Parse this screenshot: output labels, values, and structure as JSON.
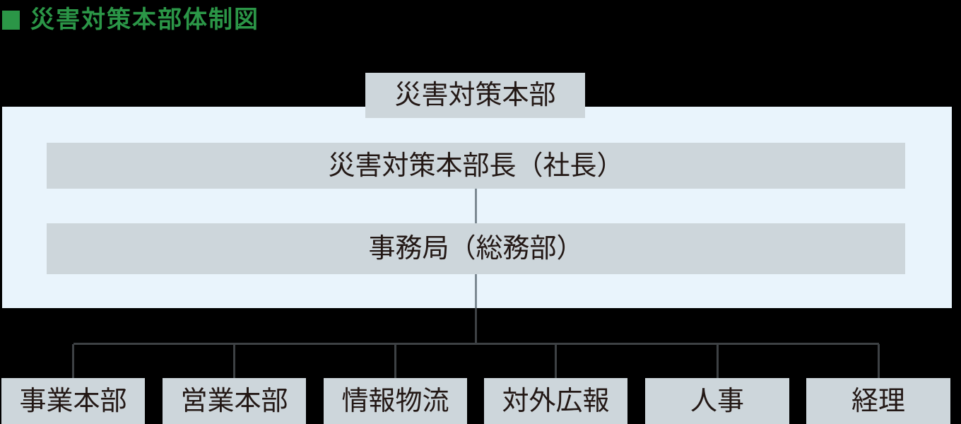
{
  "title": {
    "text": "災害対策本部体制図"
  },
  "org_chart": {
    "root": {
      "label": "災害対策本部"
    },
    "level1": {
      "label": "災害対策本部長（社長）"
    },
    "level2": {
      "label": "事務局（総務部）"
    },
    "departments": [
      {
        "label": "事業本部"
      },
      {
        "label": "営業本部"
      },
      {
        "label": "情報物流"
      },
      {
        "label": "対外広報"
      },
      {
        "label": "人事"
      },
      {
        "label": "経理"
      }
    ]
  },
  "colors": {
    "background": "#000000",
    "accent_green": "#2b9647",
    "box_fill": "#cdd6db",
    "panel_fill": "#e9f4fc",
    "text_dark": "#231815",
    "connector_on_panel": "#7d8a93",
    "connector_on_background": "#3d4144"
  }
}
